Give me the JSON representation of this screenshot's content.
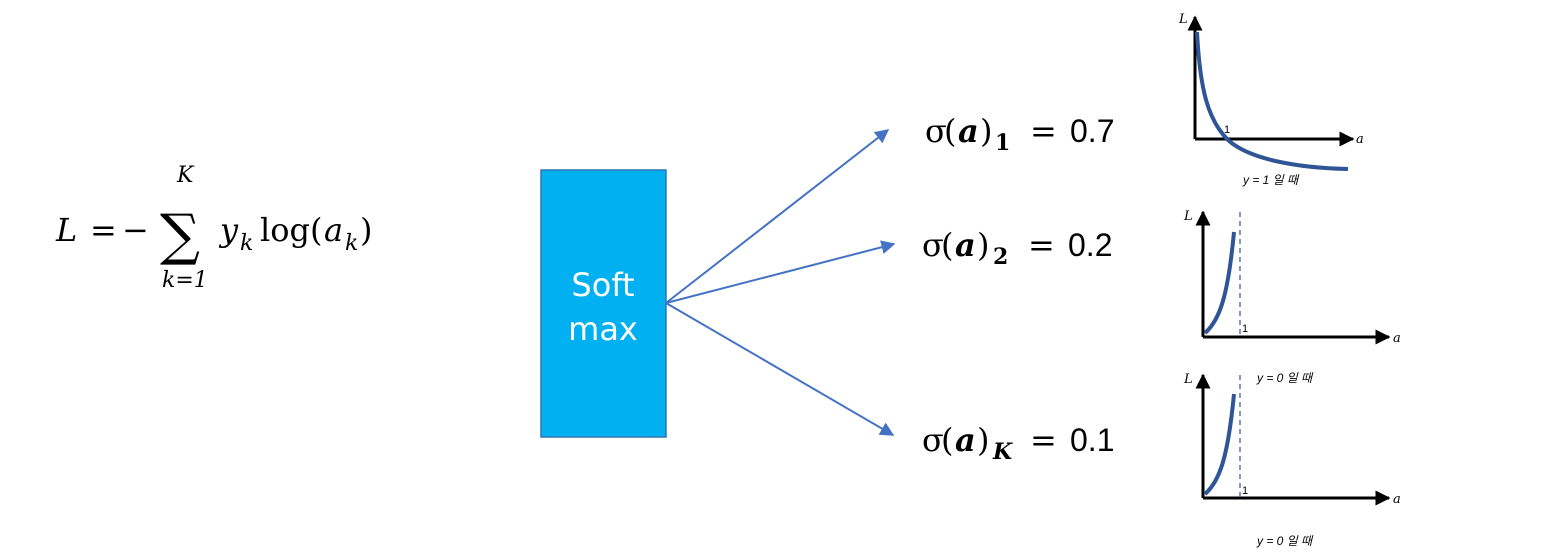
{
  "formula": {
    "lhs": "L",
    "equals": "=",
    "minus": "−",
    "sum_symbol": "∑",
    "sum_upper": "K",
    "sum_lower": "k=1",
    "y": "y",
    "y_sub": "k",
    "log": "log",
    "open_paren": "(",
    "a": "a",
    "a_sub": "k",
    "close_paren": ")"
  },
  "softmax_box": {
    "line1": "Soft",
    "line2": "max",
    "color": "#00b0f0"
  },
  "arrow_color": "#4472c4",
  "outputs": [
    {
      "sigma": "σ",
      "open": "(",
      "arg": "a",
      "close": ")",
      "subscript": "1",
      "equals": "=",
      "value": "0.7"
    },
    {
      "sigma": "σ",
      "open": "(",
      "arg": "a",
      "close": ")",
      "subscript": "2",
      "equals": "=",
      "value": "0.2"
    },
    {
      "sigma": "σ",
      "open": "(",
      "arg": "a",
      "close": ")",
      "subscript": "K",
      "equals": "=",
      "value": "0.1"
    }
  ],
  "plots": [
    {
      "y_label": "L",
      "x_label": "a",
      "tick": "1",
      "caption": "y = 1 일 때",
      "curve": "decreasing"
    },
    {
      "y_label": "L",
      "x_label": "a",
      "tick": "1",
      "caption": "y = 0 일 때",
      "curve": "increasing"
    },
    {
      "y_label": "L",
      "x_label": "a",
      "tick": "1",
      "caption": "y = 0 일 때",
      "curve": "increasing"
    }
  ],
  "curve_color": "#2f5597"
}
